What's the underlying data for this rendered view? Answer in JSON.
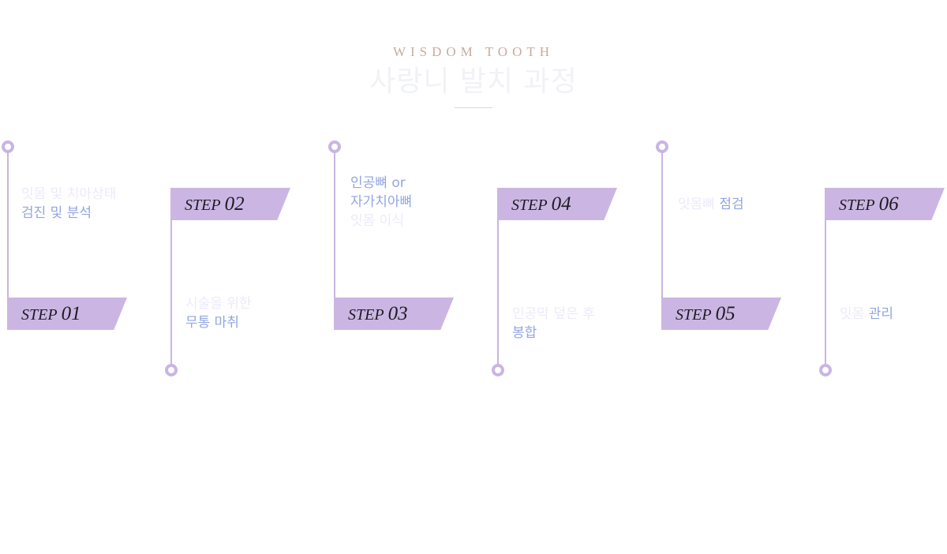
{
  "header": {
    "eyebrow": "WISDOM TOOTH",
    "title": "사랑니 발치 과정"
  },
  "colors": {
    "accent": "#cbb6e3",
    "line": "#c9b5e2",
    "highlight_text": "#93a6e0",
    "light_text": "#eceafa",
    "eyebrow": "#c9ab9d"
  },
  "steps": [
    {
      "word": "STEP",
      "num": "01",
      "lines": [
        [
          {
            "t": "잇몸 및 치아상태",
            "s": "light"
          }
        ],
        [
          {
            "t": "검진 및 분석",
            "s": "hl"
          }
        ]
      ]
    },
    {
      "word": "STEP",
      "num": "02",
      "lines": [
        [
          {
            "t": "시술을 위한",
            "s": "light"
          }
        ],
        [
          {
            "t": "무통 마취",
            "s": "hl"
          }
        ]
      ]
    },
    {
      "word": "STEP",
      "num": "03",
      "lines": [
        [
          {
            "t": "인공뼈 or",
            "s": "hl"
          }
        ],
        [
          {
            "t": "자가치아뼈",
            "s": "hl"
          }
        ],
        [
          {
            "t": "잇몸 이식",
            "s": "light"
          }
        ]
      ]
    },
    {
      "word": "STEP",
      "num": "04",
      "lines": [
        [
          {
            "t": "인공막 덮은 후",
            "s": "light"
          }
        ],
        [
          {
            "t": "봉합",
            "s": "hl"
          }
        ]
      ]
    },
    {
      "word": "STEP",
      "num": "05",
      "lines": [
        [
          {
            "t": "잇몸뼈 ",
            "s": "light"
          },
          {
            "t": "점검",
            "s": "hl"
          }
        ]
      ]
    },
    {
      "word": "STEP",
      "num": "06",
      "lines": [
        [
          {
            "t": "잇몸 ",
            "s": "light"
          },
          {
            "t": "관리",
            "s": "hl"
          }
        ]
      ]
    }
  ]
}
